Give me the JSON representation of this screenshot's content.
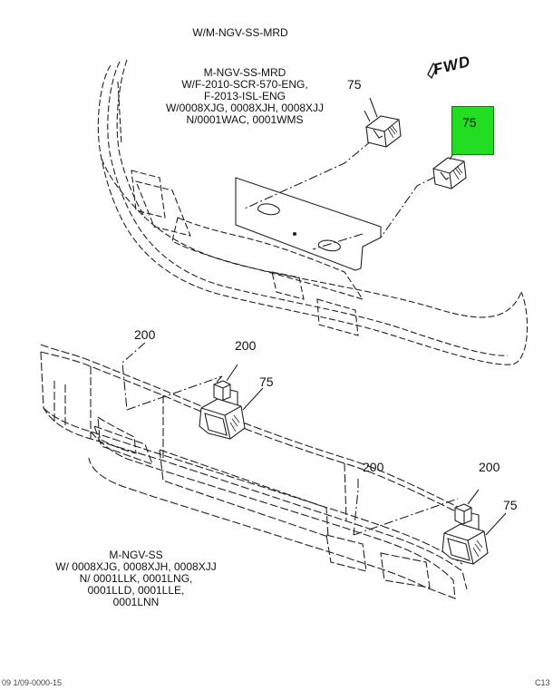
{
  "diagram": {
    "top_title": "W/M-NGV-SS-MRD",
    "upper_note": "M-NGV-SS-MRD\nW/F-2010-SCR-570-ENG,\nF-2013-ISL-ENG\nW/0008XJG, 0008XJH, 0008XJJ\nN/0001WAC, 0001WMS",
    "direction": "FWD",
    "lower_note": "M-NGV-SS\nW/ 0008XJG, 0008XJH, 0008XJJ\nN/ 0001LLK, 0001LNG,\n0001LLD, 0001LLE,\n0001LNN",
    "callouts": {
      "upper_lamp_left": "75",
      "upper_lamp_highlighted": "75",
      "lower_bumper_left": "200",
      "lower_bracket_left": "200",
      "lower_lamp_left": "75",
      "lower_bumper_right": "200",
      "lower_bracket_right": "200",
      "lower_lamp_right": "75"
    },
    "highlight_color": "#22dd22"
  },
  "footer": {
    "left": "09 1/09-0000-15",
    "right": "C13"
  }
}
